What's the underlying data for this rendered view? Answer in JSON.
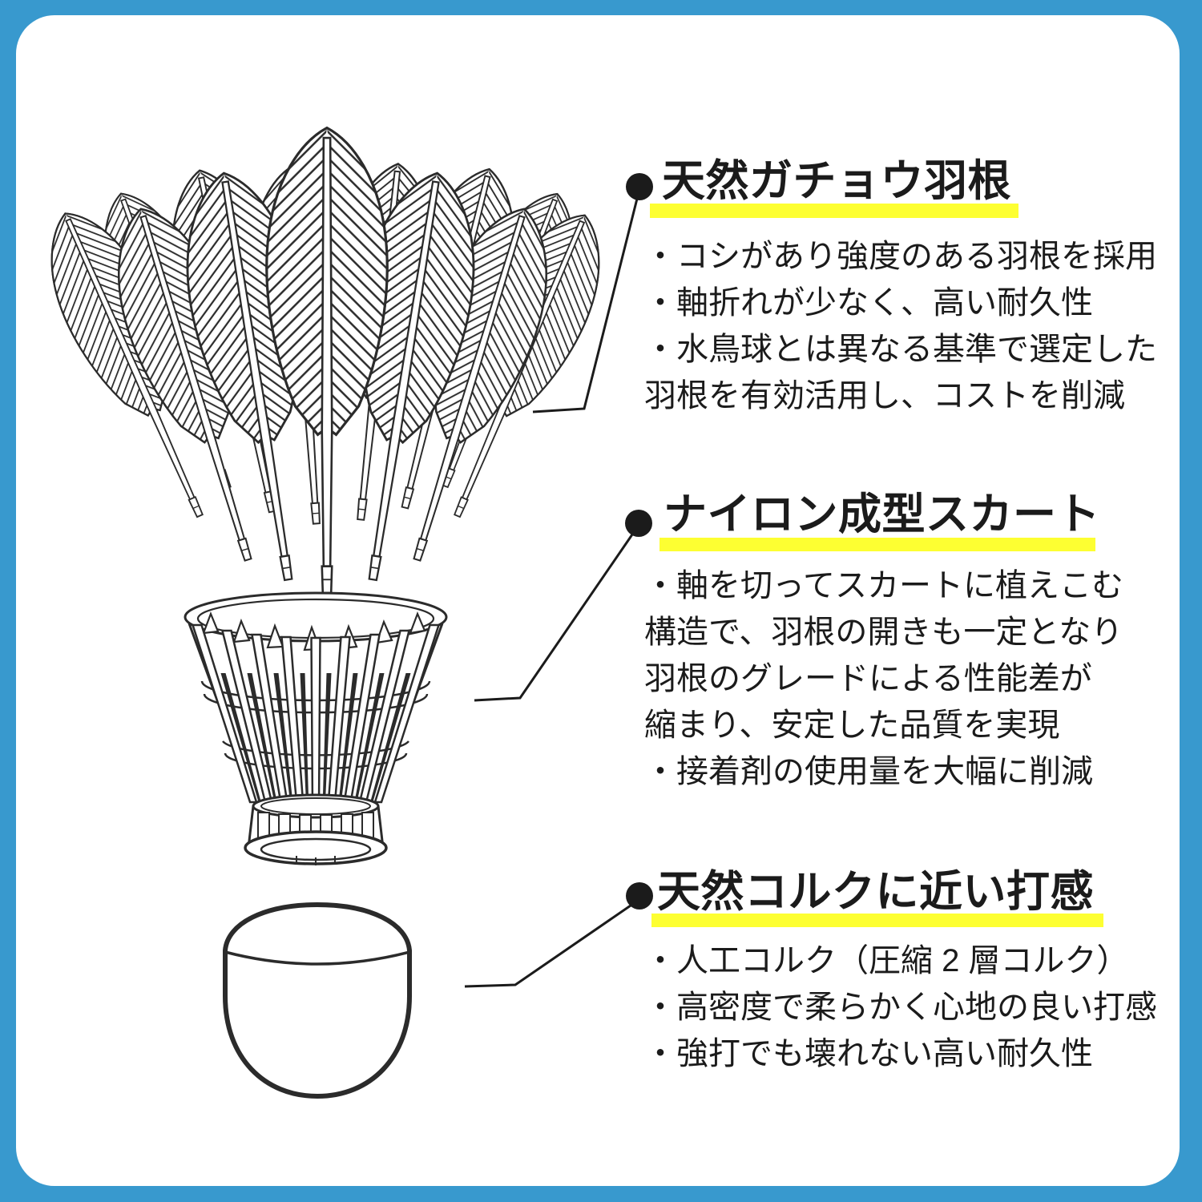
{
  "colors": {
    "frame_blue": "#3899ce",
    "highlight_yellow": "#fdff32",
    "text_black": "#1b1b1b",
    "line_dark": "#2b2b2b"
  },
  "illustration": {
    "subject": "badminton shuttlecock exploded view",
    "parts": [
      "goose-feather-crown",
      "nylon-molded-skirt",
      "cork-base"
    ]
  },
  "sections": [
    {
      "title": "天然ガチョウ羽根",
      "lines": [
        "・コシがあり強度のある羽根を採用",
        "・軸折れが少なく、高い耐久性",
        "・水鳥球とは異なる基準で選定した",
        "羽根を有効活用し、コストを削減"
      ]
    },
    {
      "title": "ナイロン成型スカート",
      "lines": [
        "・軸を切ってスカートに植えこむ",
        "構造で、羽根の開きも一定となり",
        "羽根のグレードによる性能差が",
        "縮まり、安定した品質を実現",
        "・接着剤の使用量を大幅に削減"
      ]
    },
    {
      "title": "天然コルクに近い打感",
      "lines": [
        "・人工コルク（圧縮 2 層コルク）",
        "・高密度で柔らかく心地の良い打感",
        "・強打でも壊れない高い耐久性"
      ]
    }
  ]
}
